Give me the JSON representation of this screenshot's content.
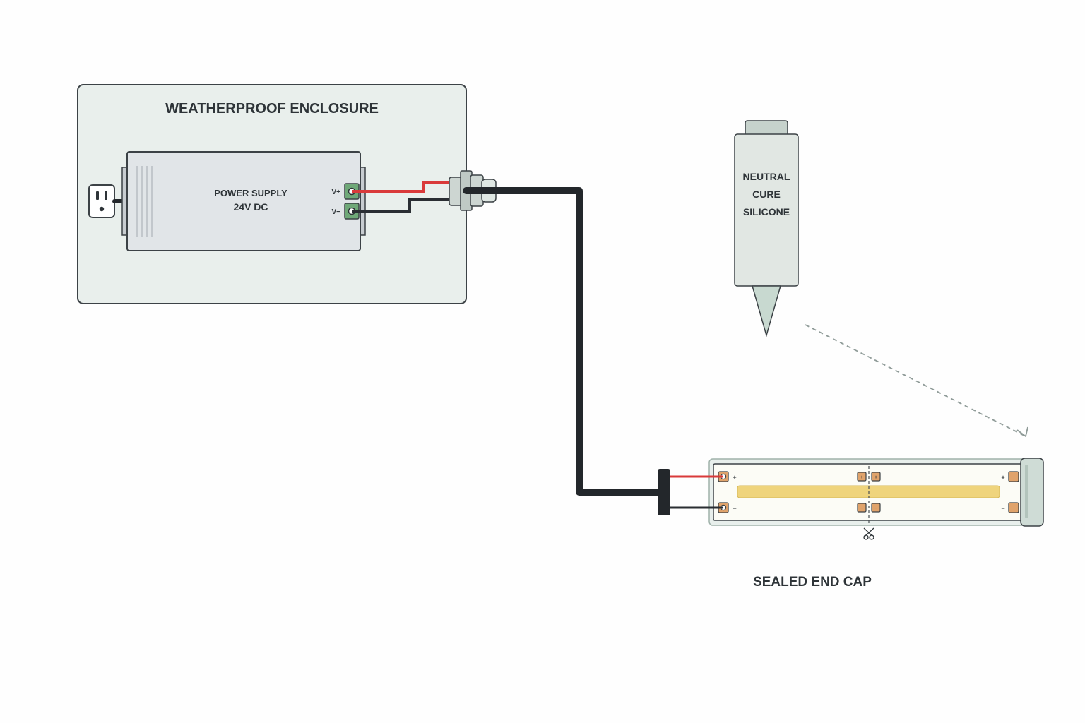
{
  "enclosure": {
    "title": "WEATHERPROOF ENCLOSURE"
  },
  "power_supply": {
    "line1": "POWER SUPPLY",
    "line2": "24V DC",
    "terminal_pos": "V+",
    "terminal_neg": "V−"
  },
  "silicone_tube": {
    "line1": "NEUTRAL",
    "line2": "CURE",
    "line3": "SILICONE"
  },
  "strip": {
    "end_cap_label": "SEALED END CAP",
    "plus": "+",
    "minus": "−",
    "cut_icon": "scissors-icon"
  },
  "colors": {
    "enclosure_fill": "#e9efec",
    "psu_fill": "#e1e5e8",
    "wire_positive": "#d93a3a",
    "wire_negative": "#2a2e33",
    "cable": "#23272b",
    "terminal": "#6fa878",
    "copper_pad": "#e0a36b",
    "led_strip": "#efd47c",
    "end_cap": "#cfdcd6",
    "guide_line": "#8f9b98"
  }
}
